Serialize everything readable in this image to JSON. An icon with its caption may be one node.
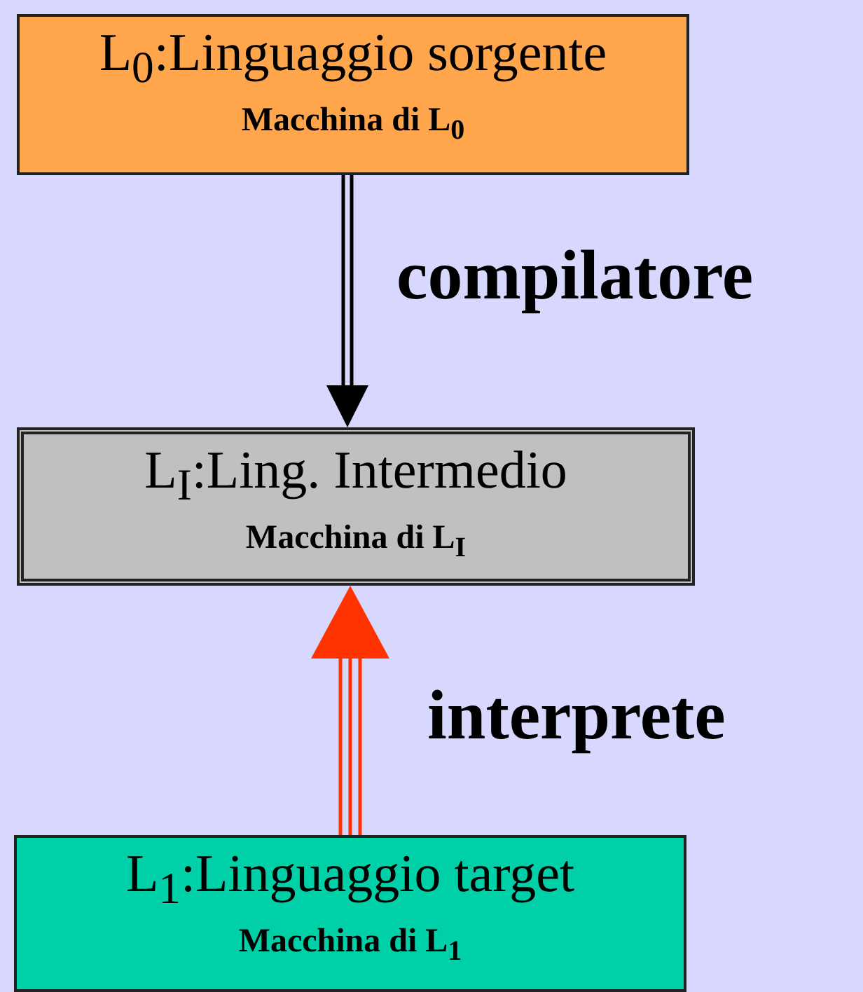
{
  "diagram": {
    "nodes": [
      {
        "text": [
          "L$_{0}$:Linguaggio sorgente",
          "Macchina di L$_{0}$"
        ]
      },
      {
        "text": [
          "L$_{I}$:Ling. Intermedio",
          "Macchina di L$_{I}$"
        ]
      },
      {
        "text": [
          "L$_{1}$:Linguaggio target",
          "Macchina di L$_{1}$"
        ]
      }
    ],
    "edges": [
      {
        "from": 0,
        "to": 1,
        "arrow": "to",
        "label": "compilatore"
      },
      {
        "from": 2,
        "to": 1,
        "arrow": "to",
        "label": "interprete",
        "style": "thick",
        "color": "#ff3300"
      }
    ]
  }
}
